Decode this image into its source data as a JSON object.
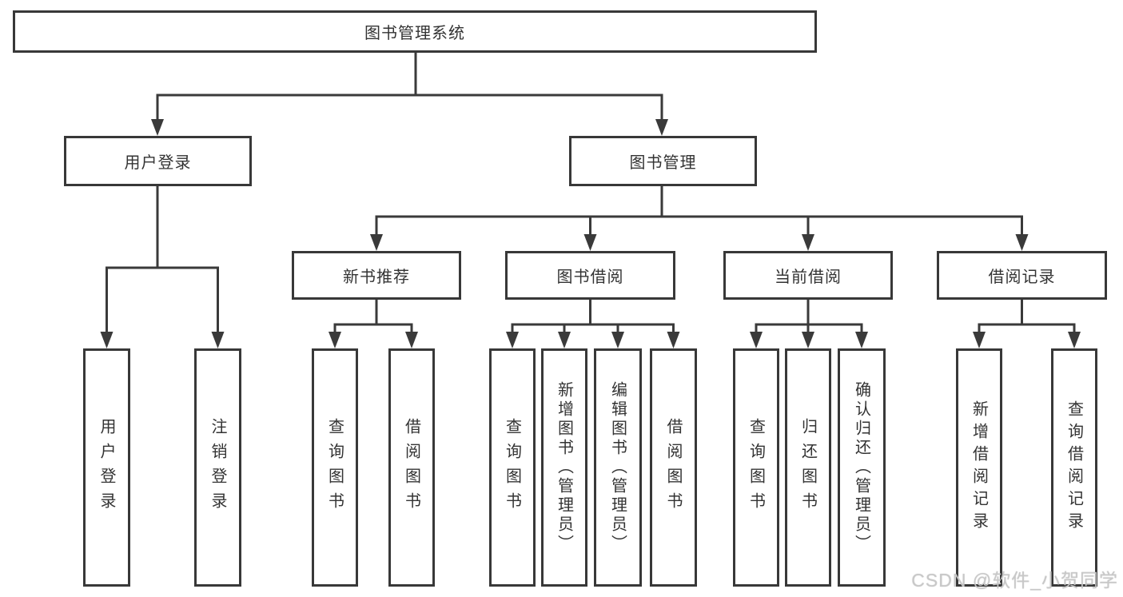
{
  "diagram": {
    "root": {
      "label": "图书管理系统"
    },
    "level2": [
      {
        "label": "用户登录"
      },
      {
        "label": "图书管理"
      }
    ],
    "level3": [
      {
        "label": "新书推荐"
      },
      {
        "label": "图书借阅"
      },
      {
        "label": "当前借阅"
      },
      {
        "label": "借阅记录"
      }
    ],
    "leaves": [
      {
        "label": "用户登录"
      },
      {
        "label": "注销登录"
      },
      {
        "label": "查询图书"
      },
      {
        "label": "借阅图书"
      },
      {
        "label": "查询图书"
      },
      {
        "label": "新增图书（管理员）"
      },
      {
        "label": "编辑图书（管理员）"
      },
      {
        "label": "借阅图书"
      },
      {
        "label": "查询图书"
      },
      {
        "label": "归还图书"
      },
      {
        "label": "确认归还（管理员）"
      },
      {
        "label": "新增借阅记录"
      },
      {
        "label": "查询借阅记录"
      }
    ]
  },
  "watermark": {
    "text": "CSDN @软件_小贺同学"
  },
  "colors": {
    "background": "#ffffff",
    "box_border": "#383838",
    "line": "#3a3a3a",
    "text": "#333333",
    "watermark": "#c8c8c8"
  }
}
